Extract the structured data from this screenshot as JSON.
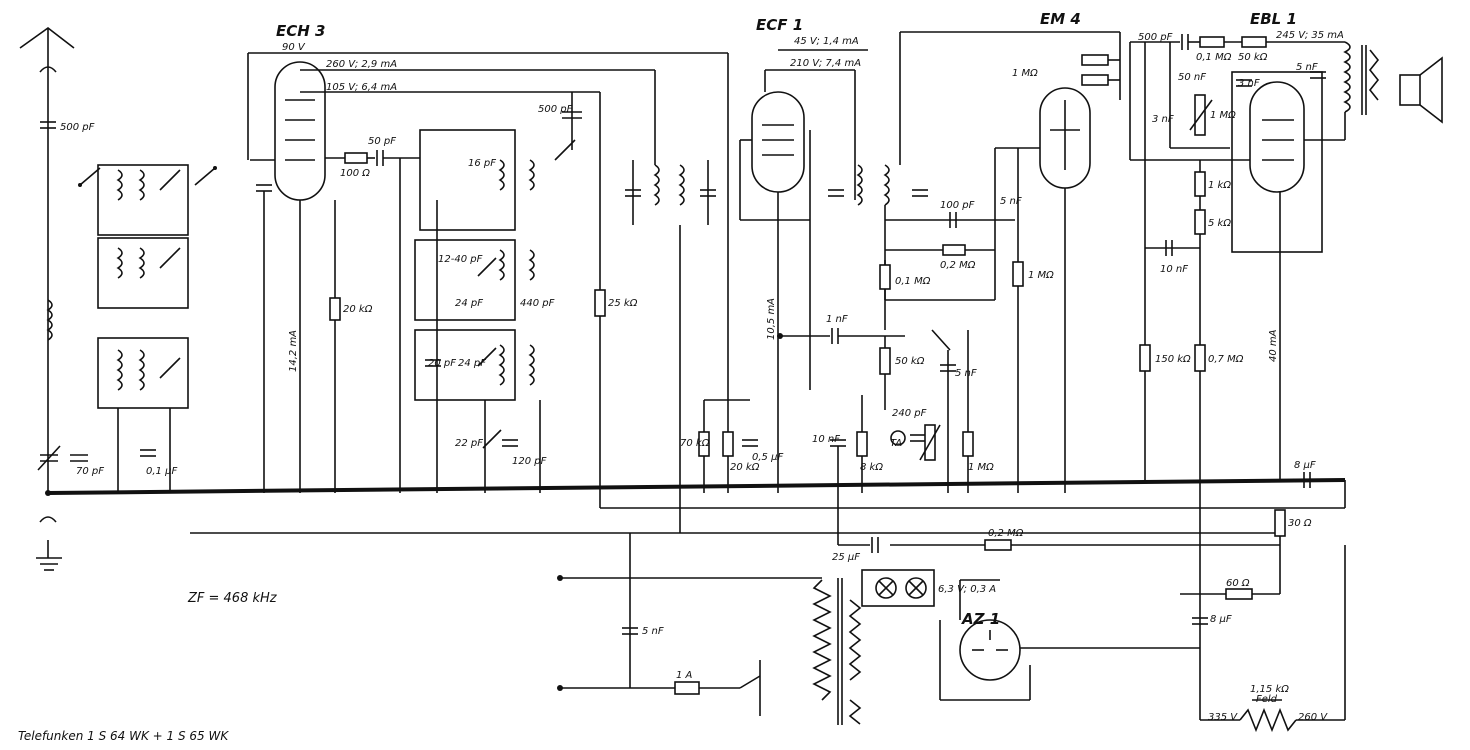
{
  "caption": "Telefunken 1 S 64 WK + 1 S 65 WK",
  "zf": "ZF = 468 kHz",
  "tubes": {
    "ech3": "ECH 3",
    "ecf1": "ECF 1",
    "em4": "EM 4",
    "ebl1": "EBL 1",
    "az1": "AZ 1"
  },
  "voltages": {
    "v90": "90 V",
    "v260_29": "260 V; 2,9 mA",
    "v105": "105 V; 6,4 mA",
    "v45": "45 V; 1,4 mA",
    "v210": "210 V; 7,4 mA",
    "v245": "245 V; 35 mA",
    "lamps": "6,3 V; 0,3 A",
    "v335": "335 V",
    "v260": "260 V",
    "i142": "14,2 mA",
    "i105": "10,5 mA",
    "i40": "40 mA"
  },
  "components": {
    "c500pf_ant": "500 pF",
    "c70pf": "70 pF",
    "c01uf": "0,1 µF",
    "r100": "100 Ω",
    "c50pf": "50 pF",
    "r20k": "20 kΩ",
    "c16pf": "16 pF",
    "c500pf_osc": "500 pF",
    "c1240": "12-40 pF",
    "c24a": "24 pF",
    "c440": "440 pF",
    "c20pf": "20 pF",
    "c24b": "24 pF",
    "c22pf": "22 pF",
    "c120pf": "120 pF",
    "r25k": "25 kΩ",
    "r70k": "70 kΩ",
    "r20k_b": "20 kΩ",
    "c05uf": "0,5 µF",
    "c1nf": "1 nF",
    "c10nf_a": "10 nF",
    "r8k": "8 kΩ",
    "c240": "240 pF",
    "ta": "TA",
    "r50k": "50 kΩ",
    "c5nf": "5 nF",
    "r1m_pot": "1 MΩ",
    "c100pf": "100 pF",
    "r02m": "0,2 MΩ",
    "r01m": "0,1 MΩ",
    "r1m": "1 MΩ",
    "c5nf_b": "5 nF",
    "r1m_em": "1 MΩ",
    "c500pf_top": "500 pF",
    "r01m_top": "0,1 MΩ",
    "r50k_top": "50 kΩ",
    "c50nf": "50 nF",
    "c3nf_a": "3 nF",
    "r1m_vol": "1 MΩ",
    "c3nf_b": "3 nF",
    "c5nf_out": "5 nF",
    "r1k": "1 kΩ",
    "r5k": "5 kΩ",
    "c10nf": "10 nF",
    "r150k": "150 kΩ",
    "r07m": "0,7 MΩ",
    "c8uf_a": "8 µF",
    "r30": "30 Ω",
    "r02m_b": "0,2 MΩ",
    "c25uf": "25 µF",
    "r60": "60 Ω",
    "c8uf_b": "8 µF",
    "c5nf_mains": "5 nF",
    "fuse": "1 A",
    "field_r": "1,15 kΩ",
    "field": "Feld"
  }
}
